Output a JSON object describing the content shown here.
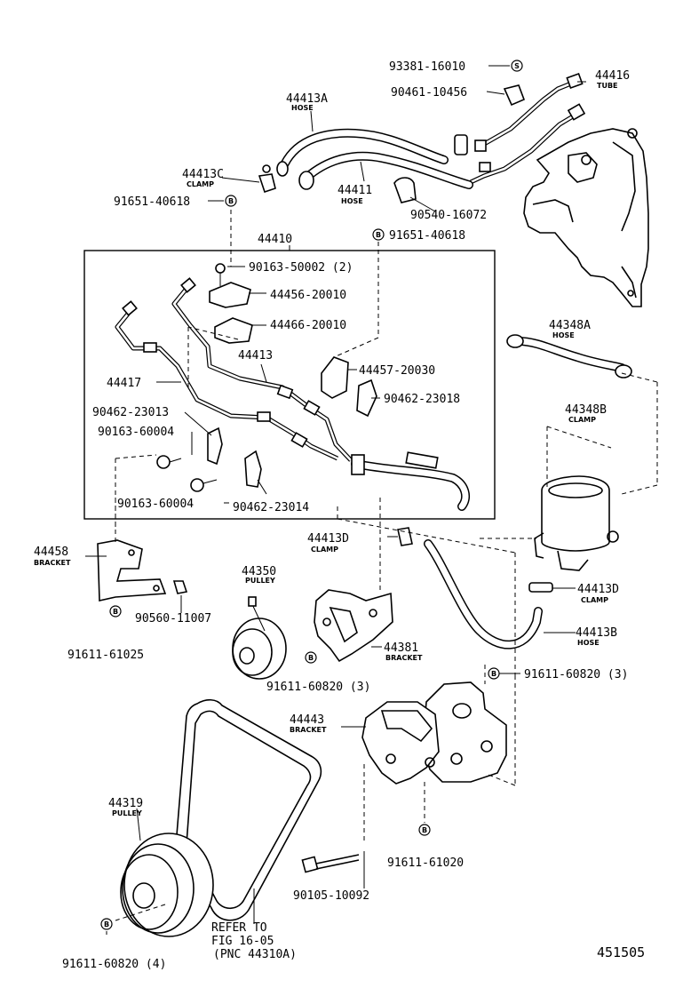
{
  "parts": {
    "p93381": "93381-16010",
    "p44416": "44416",
    "p44416_lbl": "TUBE",
    "p90461": "90461-10456",
    "p44413A": "44413A",
    "p44413A_lbl": "HOSE",
    "p44413C": "44413C",
    "p44413C_lbl": "CLAMP",
    "p44411": "44411",
    "p44411_lbl": "HOSE",
    "p91651_a": "91651-40618",
    "p90540": "90540-16072",
    "p44410": "44410",
    "p91651_b": "91651-40618",
    "p90163_50002": "90163-50002 (2)",
    "p44456": "44456-20010",
    "p44466": "44466-20010",
    "p44348A": "44348A",
    "p44348A_lbl": "HOSE",
    "p44413": "44413",
    "p44457": "44457-20030",
    "p44417": "44417",
    "p90462_23018": "90462-23018",
    "p44348B": "44348B",
    "p44348B_lbl": "CLAMP",
    "p90462_23013": "90462-23013",
    "p90163_60004_a": "90163-60004",
    "p90163_60004_b": "90163-60004",
    "p90462_23014": "90462-23014",
    "p44458": "44458",
    "p44458_lbl": "BRACKET",
    "p44413D_a": "44413D",
    "p44413D_a_lbl": "CLAMP",
    "p44350": "44350",
    "p44350_lbl": "PULLEY",
    "p44413D_b": "44413D",
    "p44413D_b_lbl": "CLAMP",
    "p90560": "90560-11007",
    "p44381": "44381",
    "p44381_lbl": "BRACKET",
    "p44413B": "44413B",
    "p44413B_lbl": "HOSE",
    "p91611_61025": "91611-61025",
    "p91611_60820_a": "91611-60820 (3)",
    "p91611_60820_b": "91611-60820 (3)",
    "p44443": "44443",
    "p44443_lbl": "BRACKET",
    "p44319": "44319",
    "p44319_lbl": "PULLEY",
    "p91611_61020": "91611-61020",
    "p90105": "90105-10092",
    "refer_1": "REFER TO",
    "refer_2": "FIG 16-05",
    "refer_3": "(PNC 44310A)",
    "p91611_60820_c": "91611-60820 (4)",
    "figure_no": "451505"
  },
  "symbols": {
    "s": "S",
    "b": "B"
  }
}
